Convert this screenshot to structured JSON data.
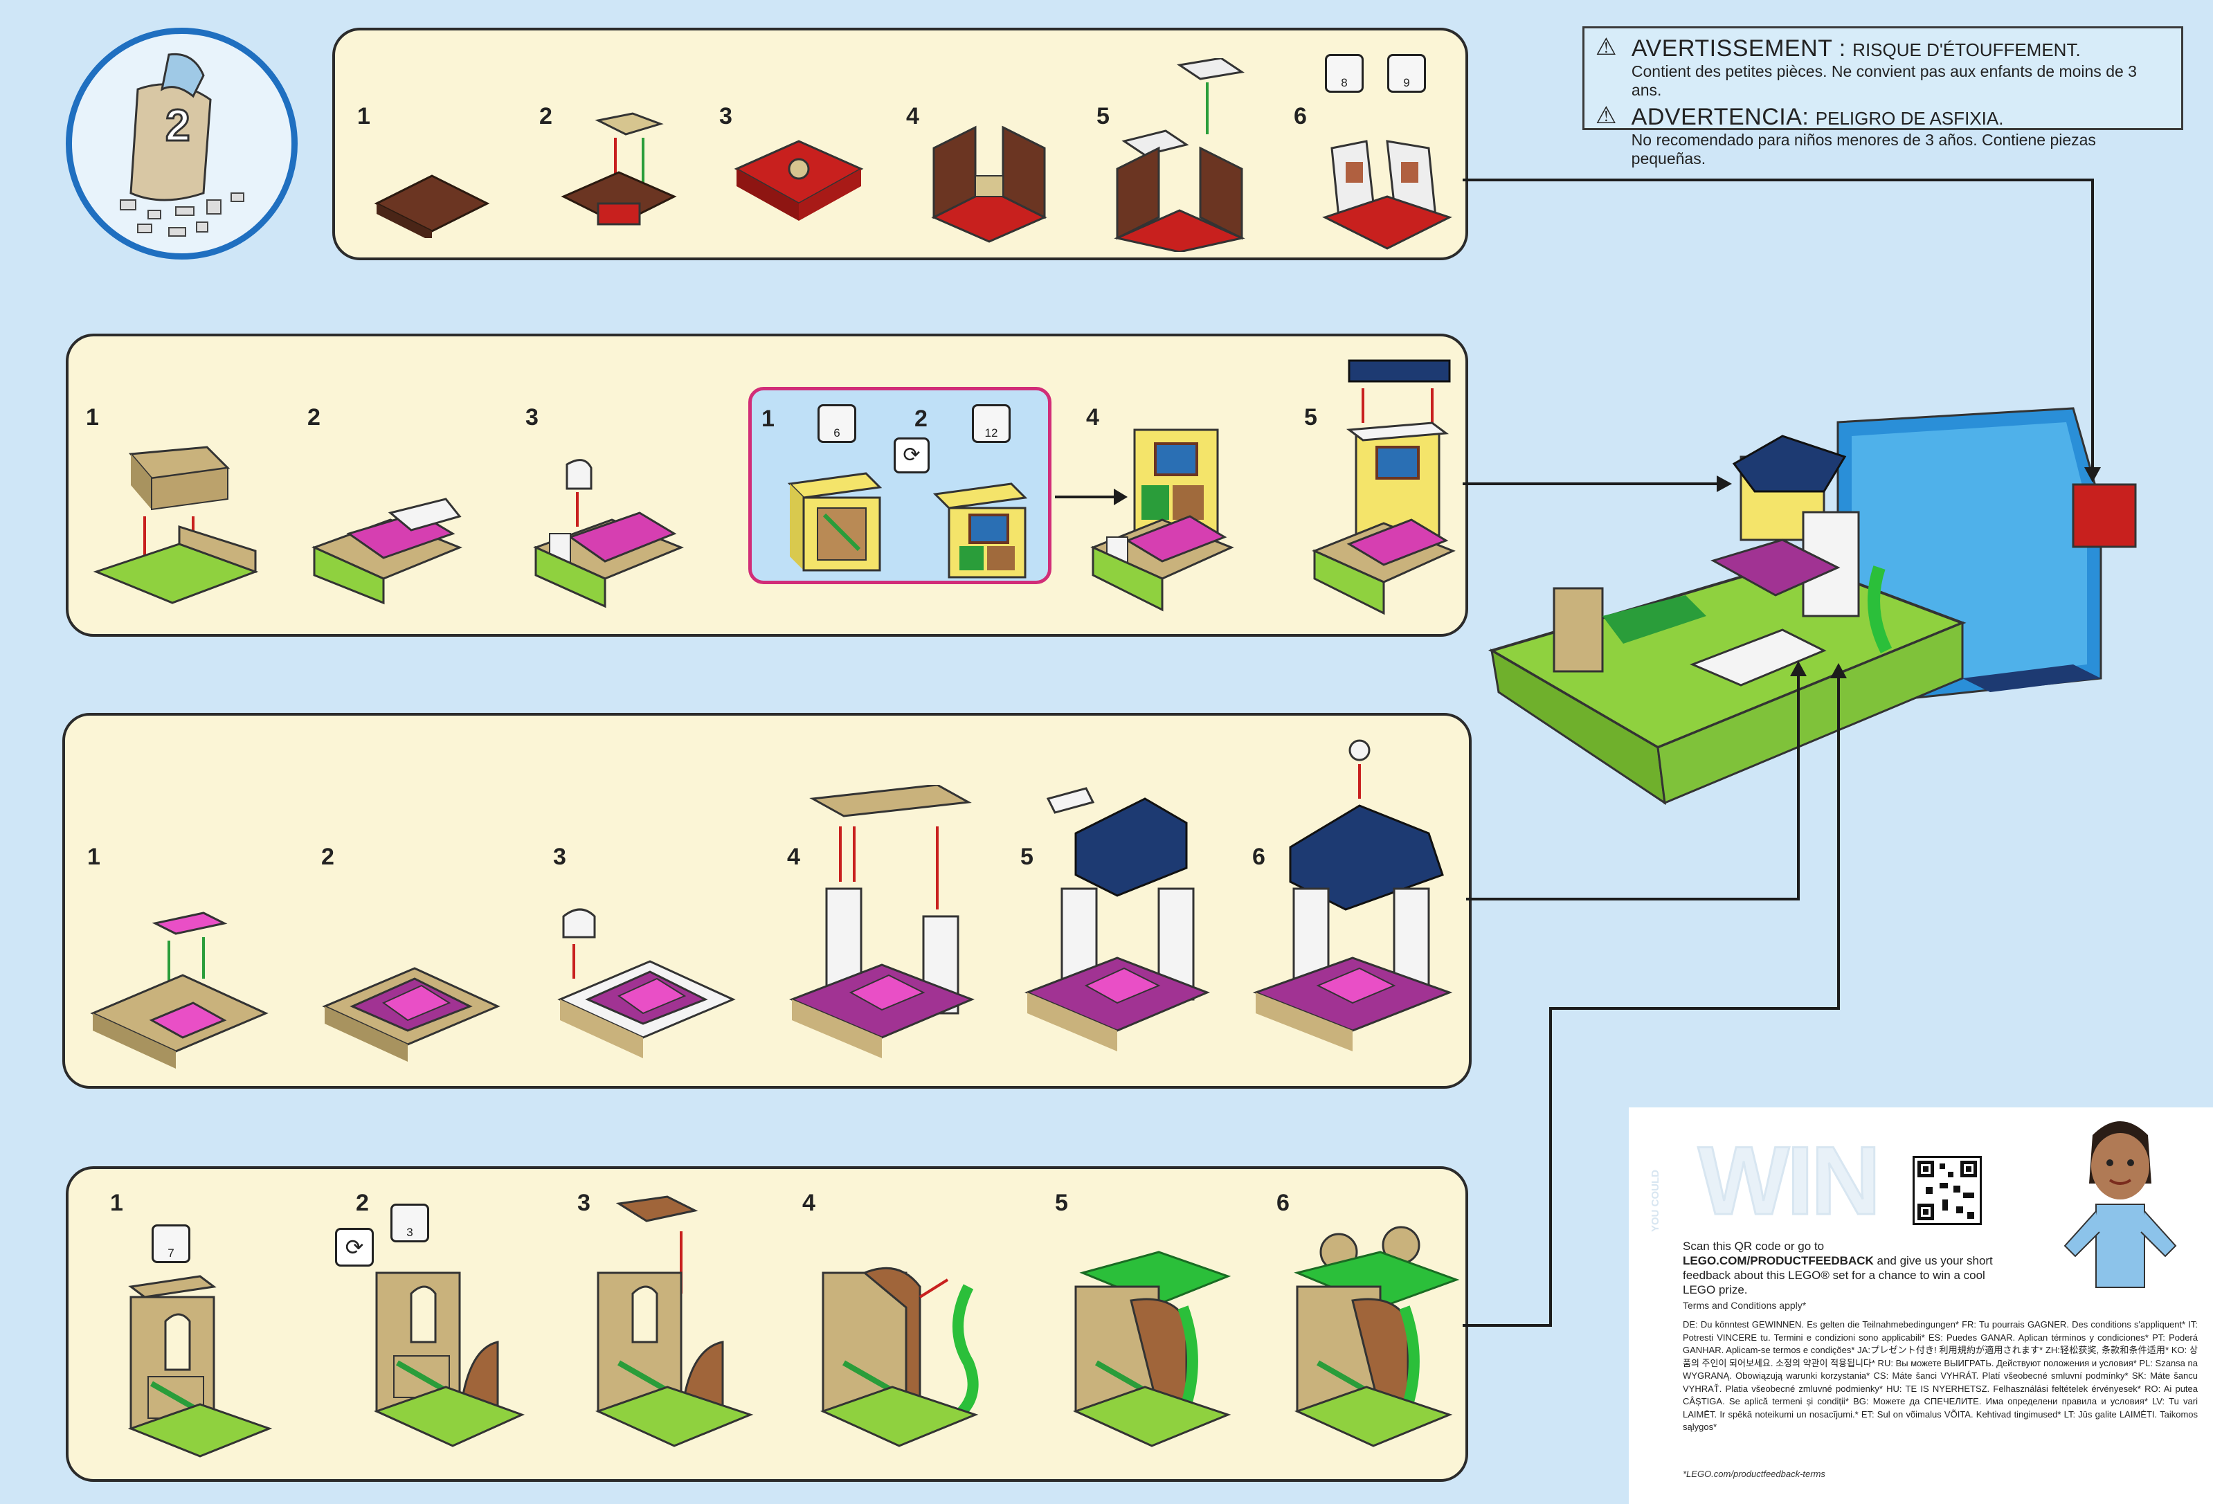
{
  "bag": {
    "number": "2"
  },
  "warning": {
    "fr_title": "AVERTISSEMENT :",
    "fr_risk": "RISQUE D'ÉTOUFFEMENT.",
    "fr_text": "Contient des petites pièces. Ne convient pas aux enfants de moins de 3 ans.",
    "es_title": "ADVERTENCIA:",
    "es_risk": "PELIGRO DE ASFIXIA.",
    "es_text": "No recomendado para niños menores de 3 años. Contiene piezas pequeñas."
  },
  "panels": {
    "p1": {
      "steps": [
        "1",
        "2",
        "3",
        "4",
        "5",
        "6"
      ],
      "refs": [
        "8",
        "9"
      ]
    },
    "p2": {
      "steps": [
        "1",
        "2",
        "3",
        "4",
        "5"
      ],
      "inset_steps": [
        "1",
        "2"
      ],
      "refs": [
        "6",
        "12"
      ]
    },
    "p3": {
      "steps": [
        "1",
        "2",
        "3",
        "4",
        "5",
        "6"
      ]
    },
    "p4": {
      "steps": [
        "1",
        "2",
        "3",
        "4",
        "5",
        "6"
      ],
      "refs": [
        "7",
        "3"
      ]
    }
  },
  "promo": {
    "you_could": "YOU COULD",
    "win": "WIN",
    "scan_text_1": "Scan this QR code or go to",
    "url": "LEGO.COM/PRODUCTFEEDBACK",
    "scan_text_2": "and give us your short feedback about this LEGO® set for a chance to win a cool LEGO prize.",
    "terms": "Terms and Conditions apply*",
    "legal": "DE: Du könntest GEWINNEN. Es gelten die Teilnahmebedingungen* FR: Tu pourrais GAGNER. Des conditions s'appliquent* IT: Potresti VINCERE tu. Termini e condizioni sono applicabili* ES: Puedes GANAR. Aplican términos y condiciones* PT: Poderá GANHAR. Aplicam-se termos e condições* JA:プレゼント付き! 利用規約が適用されます* ZH:轻松获奖, 条款和条件适用* KO: 상품의 주인이 되어보세요. 소정의 약관이 적용됩니다* RU: Вы можете ВЫИГРАТЬ. Действуют положения и условия* PL: Szansa na WYGRANĄ. Obowiązują warunki korzystania* CS: Máte šanci VYHRÁT. Platí všeobecné smluvní podmínky* SK: Máte šancu VYHRAŤ. Platia všeobecné zmluvné podmienky* HU: TE IS NYERHETSZ. Felhasználási feltételek érvényesek* RO: Ai putea CÂȘTIGA. Se aplică termeni și condiții* BG: Можете да СПЕЧЕЛИТЕ. Има определени правила и условия* LV: Tu vari LAIMĒT. Ir spēkā noteikumi un nosacījumi.* ET: Sul on võimalus VÕITA. Kehtivad tingimused* LT: Jūs galite LAIMĖTI. Taikomos sąlygos*",
    "footer": "*LEGO.com/productfeedback-terms"
  },
  "colors": {
    "panel_bg": "#fbf5d6",
    "page_bg": "#cfe6f7",
    "bag_ring": "#1f6fc0",
    "inset_border": "#d12d78",
    "lime": "#8fd13f",
    "tan": "#c9b27c",
    "magenta": "#d63fb1",
    "red": "#c8201e",
    "brown": "#6b3522",
    "navy": "#1d3a72",
    "white": "#f4f4f4"
  }
}
